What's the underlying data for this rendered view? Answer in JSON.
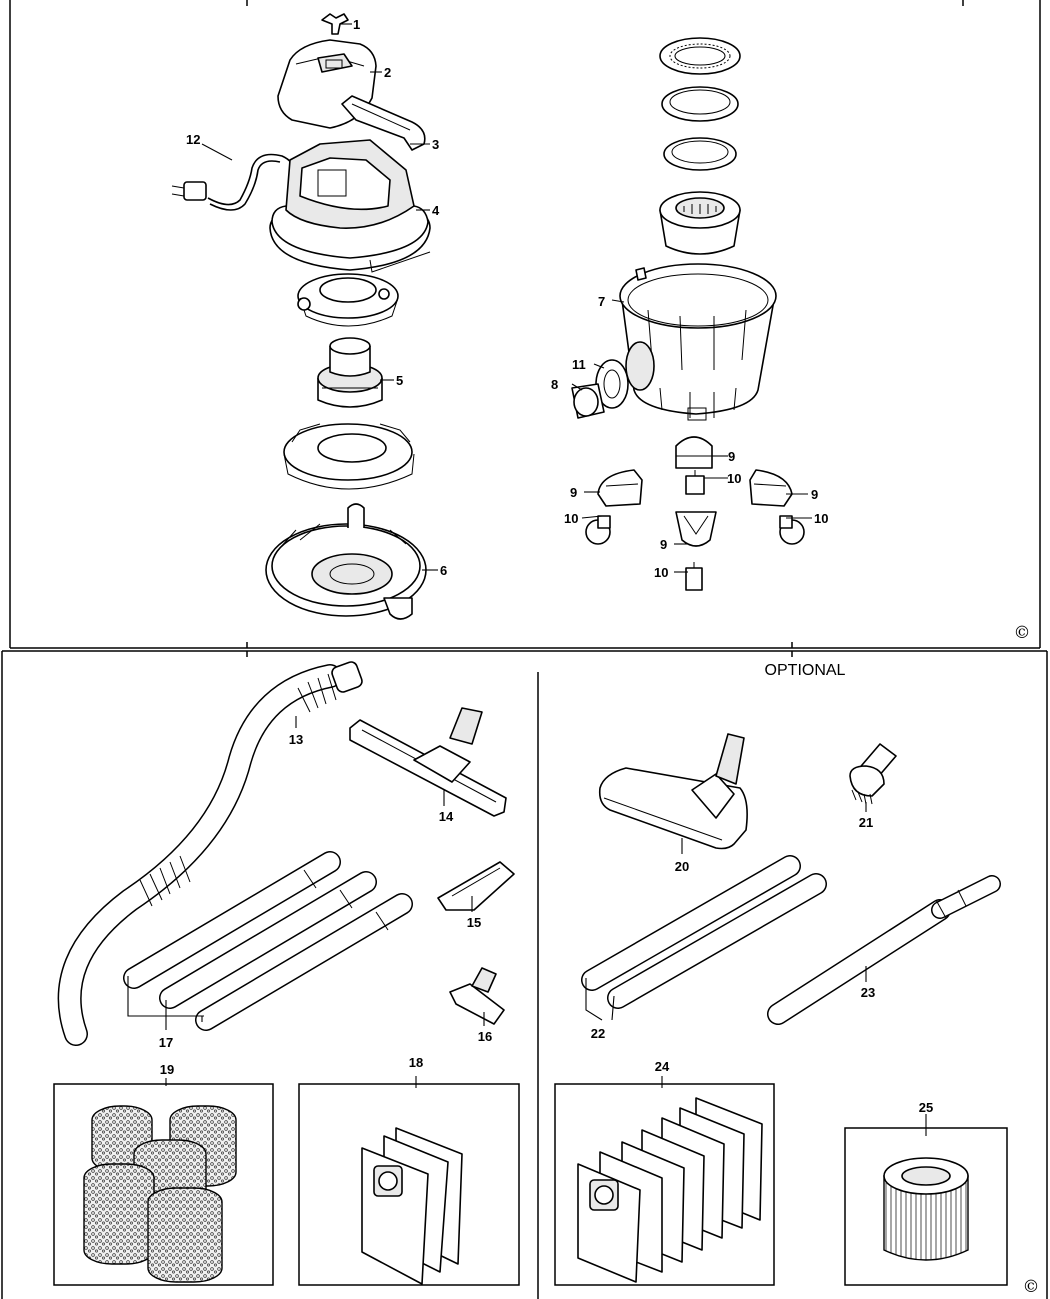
{
  "sections": {
    "optional_title": "OPTIONAL",
    "copyright_symbol": "©"
  },
  "parts": [
    {
      "number": "1",
      "icon": "handle-clip-icon"
    },
    {
      "number": "2",
      "icon": "top-cover-icon"
    },
    {
      "number": "3",
      "icon": "carry-handle-icon"
    },
    {
      "number": "4",
      "icon": "motor-head-housing-icon"
    },
    {
      "number": "5",
      "icon": "motor-icon"
    },
    {
      "number": "6",
      "icon": "head-base-plate-icon"
    },
    {
      "number": "7",
      "icon": "tank-icon"
    },
    {
      "number": "8",
      "icon": "inlet-connector-icon"
    },
    {
      "number": "9",
      "icon": "caster-bracket-icon"
    },
    {
      "number": "10",
      "icon": "caster-wheel-icon"
    },
    {
      "number": "11",
      "icon": "inlet-seal-ring-icon"
    },
    {
      "number": "12",
      "icon": "power-cord-icon"
    },
    {
      "number": "13",
      "icon": "flexible-hose-icon"
    },
    {
      "number": "14",
      "icon": "floor-nozzle-icon"
    },
    {
      "number": "15",
      "icon": "crevice-tool-icon"
    },
    {
      "number": "16",
      "icon": "upholstery-nozzle-icon"
    },
    {
      "number": "17",
      "icon": "extension-tubes-icon"
    },
    {
      "number": "18",
      "icon": "paper-bags-icon"
    },
    {
      "number": "19",
      "icon": "foam-filters-icon"
    },
    {
      "number": "20",
      "icon": "combination-floor-nozzle-icon"
    },
    {
      "number": "21",
      "icon": "dusting-brush-icon"
    },
    {
      "number": "22",
      "icon": "optional-tubes-icon"
    },
    {
      "number": "23",
      "icon": "telescopic-tube-icon"
    },
    {
      "number": "24",
      "icon": "optional-paper-bags-icon"
    },
    {
      "number": "25",
      "icon": "cartridge-filter-icon"
    }
  ]
}
